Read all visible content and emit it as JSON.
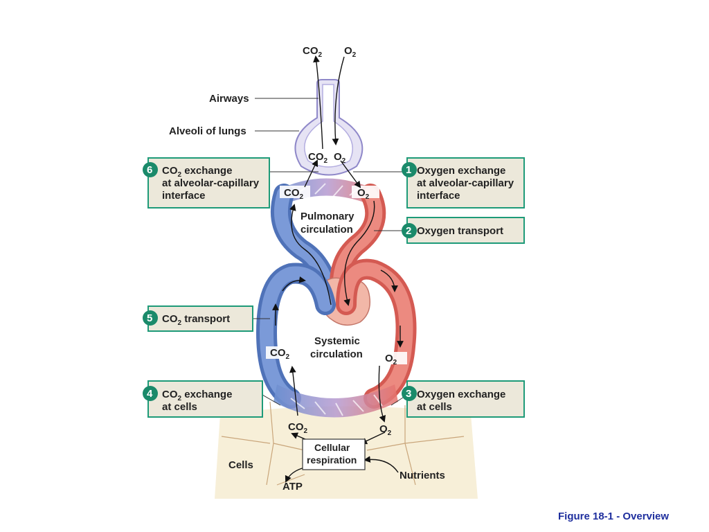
{
  "top": {
    "co2": "CO",
    "o2": "O",
    "sub": "2"
  },
  "labels": {
    "airways": "Airways",
    "alveoli": "Alveoli of lungs",
    "pulmonary_1": "Pulmonary",
    "pulmonary_2": "circulation",
    "systemic_1": "Systemic",
    "systemic_2": "circulation",
    "cells": "Cells",
    "cellular_1": "Cellular",
    "cellular_2": "respiration",
    "nutrients": "Nutrients",
    "atp": "ATP",
    "co2": "CO",
    "o2": "O",
    "sub": "2"
  },
  "steps": [
    {
      "num": "1",
      "lines": [
        "Oxygen exchange",
        "at alveolar-capillary",
        "interface"
      ]
    },
    {
      "num": "2",
      "lines": [
        "Oxygen transport"
      ]
    },
    {
      "num": "3",
      "lines": [
        "Oxygen exchange",
        "at cells"
      ]
    },
    {
      "num": "4",
      "lines": [
        "CO",
        "2",
        " exchange",
        "at cells"
      ]
    },
    {
      "num": "5",
      "lines": [
        "CO",
        "2",
        " transport"
      ]
    },
    {
      "num": "6",
      "lines": [
        "CO",
        "2",
        " exchange",
        "at alveolar-capillary",
        "interface"
      ]
    }
  ],
  "caption": "Figure 18-1 - Overview",
  "colors": {
    "oxygenated": "#e8736a",
    "deoxygenated": "#6b8fd0",
    "box_border": "#1d9a78",
    "number_badge": "#1a8a6a",
    "caption": "#1f2f9e"
  }
}
